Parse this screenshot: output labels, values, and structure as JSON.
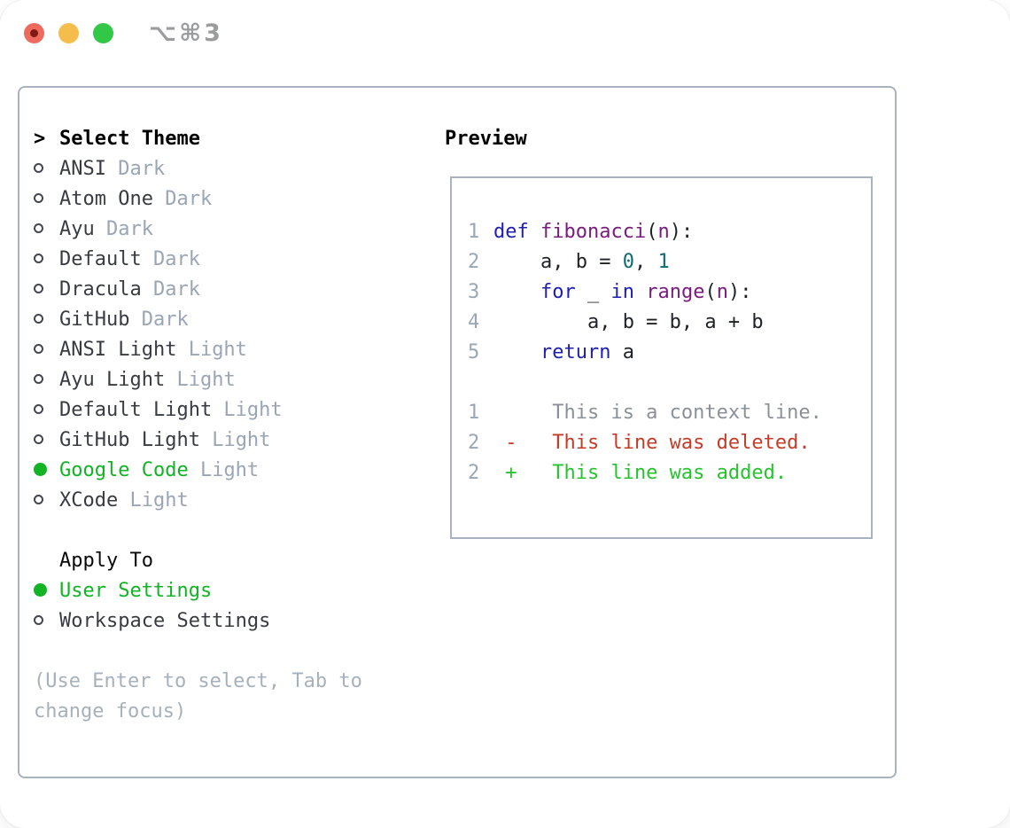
{
  "window": {
    "title": "⌥⌘3",
    "controls": [
      {
        "name": "close",
        "color": "#ee6a5e",
        "dot_color": "#7e1a12"
      },
      {
        "name": "minimize",
        "color": "#f5bd4b"
      },
      {
        "name": "zoom",
        "color": "#33c748"
      }
    ]
  },
  "theme_panel": {
    "header": {
      "prefix": ">",
      "label": "Select Theme"
    },
    "items": [
      {
        "name": "ANSI",
        "tag": "Dark",
        "selected": false
      },
      {
        "name": "Atom One",
        "tag": "Dark",
        "selected": false
      },
      {
        "name": "Ayu",
        "tag": "Dark",
        "selected": false
      },
      {
        "name": "Default",
        "tag": "Dark",
        "selected": false
      },
      {
        "name": "Dracula",
        "tag": "Dark",
        "selected": false
      },
      {
        "name": "GitHub",
        "tag": "Dark",
        "selected": false
      },
      {
        "name": "ANSI Light",
        "tag": "Light",
        "selected": false
      },
      {
        "name": "Ayu Light",
        "tag": "Light",
        "selected": false
      },
      {
        "name": "Default Light",
        "tag": "Light",
        "selected": false
      },
      {
        "name": "GitHub Light",
        "tag": "Light",
        "selected": false
      },
      {
        "name": "Google Code",
        "tag": "Light",
        "selected": true
      },
      {
        "name": "XCode",
        "tag": "Light",
        "selected": false
      }
    ],
    "apply_to": {
      "label": "Apply To",
      "options": [
        {
          "name": "User Settings",
          "selected": true
        },
        {
          "name": "Workspace Settings",
          "selected": false
        }
      ]
    },
    "hint": "(Use Enter to select, Tab to\nchange focus)"
  },
  "preview": {
    "label": "Preview",
    "lines": [
      {
        "num": "1",
        "segments": [
          {
            "s": "kw",
            "t": "def"
          },
          {
            "s": "plain",
            "t": " "
          },
          {
            "s": "fn",
            "t": "fibonacci"
          },
          {
            "s": "plain",
            "t": "("
          },
          {
            "s": "fn",
            "t": "n"
          },
          {
            "s": "plain",
            "t": "):"
          }
        ]
      },
      {
        "num": "2",
        "segments": [
          {
            "s": "plain",
            "t": "    a, b = "
          },
          {
            "s": "num",
            "t": "0"
          },
          {
            "s": "plain",
            "t": ", "
          },
          {
            "s": "num",
            "t": "1"
          }
        ]
      },
      {
        "num": "3",
        "segments": [
          {
            "s": "plain",
            "t": "    "
          },
          {
            "s": "kw",
            "t": "for"
          },
          {
            "s": "plain",
            "t": " _ "
          },
          {
            "s": "kw",
            "t": "in"
          },
          {
            "s": "plain",
            "t": " "
          },
          {
            "s": "fn",
            "t": "range"
          },
          {
            "s": "plain",
            "t": "("
          },
          {
            "s": "fn",
            "t": "n"
          },
          {
            "s": "plain",
            "t": "):"
          }
        ]
      },
      {
        "num": "4",
        "segments": [
          {
            "s": "plain",
            "t": "        a, b = b, a + b"
          }
        ]
      },
      {
        "num": "5",
        "segments": [
          {
            "s": "plain",
            "t": "    "
          },
          {
            "s": "kw",
            "t": "return"
          },
          {
            "s": "plain",
            "t": " a"
          }
        ]
      },
      {
        "num": "",
        "segments": []
      },
      {
        "num": "1",
        "segments": [
          {
            "s": "ctx",
            "t": "     This is a context line."
          }
        ]
      },
      {
        "num": "2",
        "segments": [
          {
            "s": "del",
            "t": " -   This line was deleted."
          }
        ]
      },
      {
        "num": "2",
        "segments": [
          {
            "s": "add",
            "t": " +   This line was added."
          }
        ]
      }
    ]
  },
  "colors": {
    "accent": "#12b325",
    "add": "#27c32f",
    "del": "#c43b28",
    "kw": "#2020b0",
    "fn": "#7a1c80",
    "num": "#0e6b6e",
    "plain": "#1e2126",
    "ln": "#9aa6b6",
    "muted": "#9aa5b5",
    "ctx": "#8b9198",
    "text": "#383c42",
    "border": "#a9b3bf",
    "hint": "#a7b1bc",
    "title": "#9b9ca0",
    "tl_red": "#ee6a5e",
    "tl_reddot": "#7e1a12",
    "tl_yellow": "#f5bd4b",
    "tl_green": "#33c748"
  }
}
